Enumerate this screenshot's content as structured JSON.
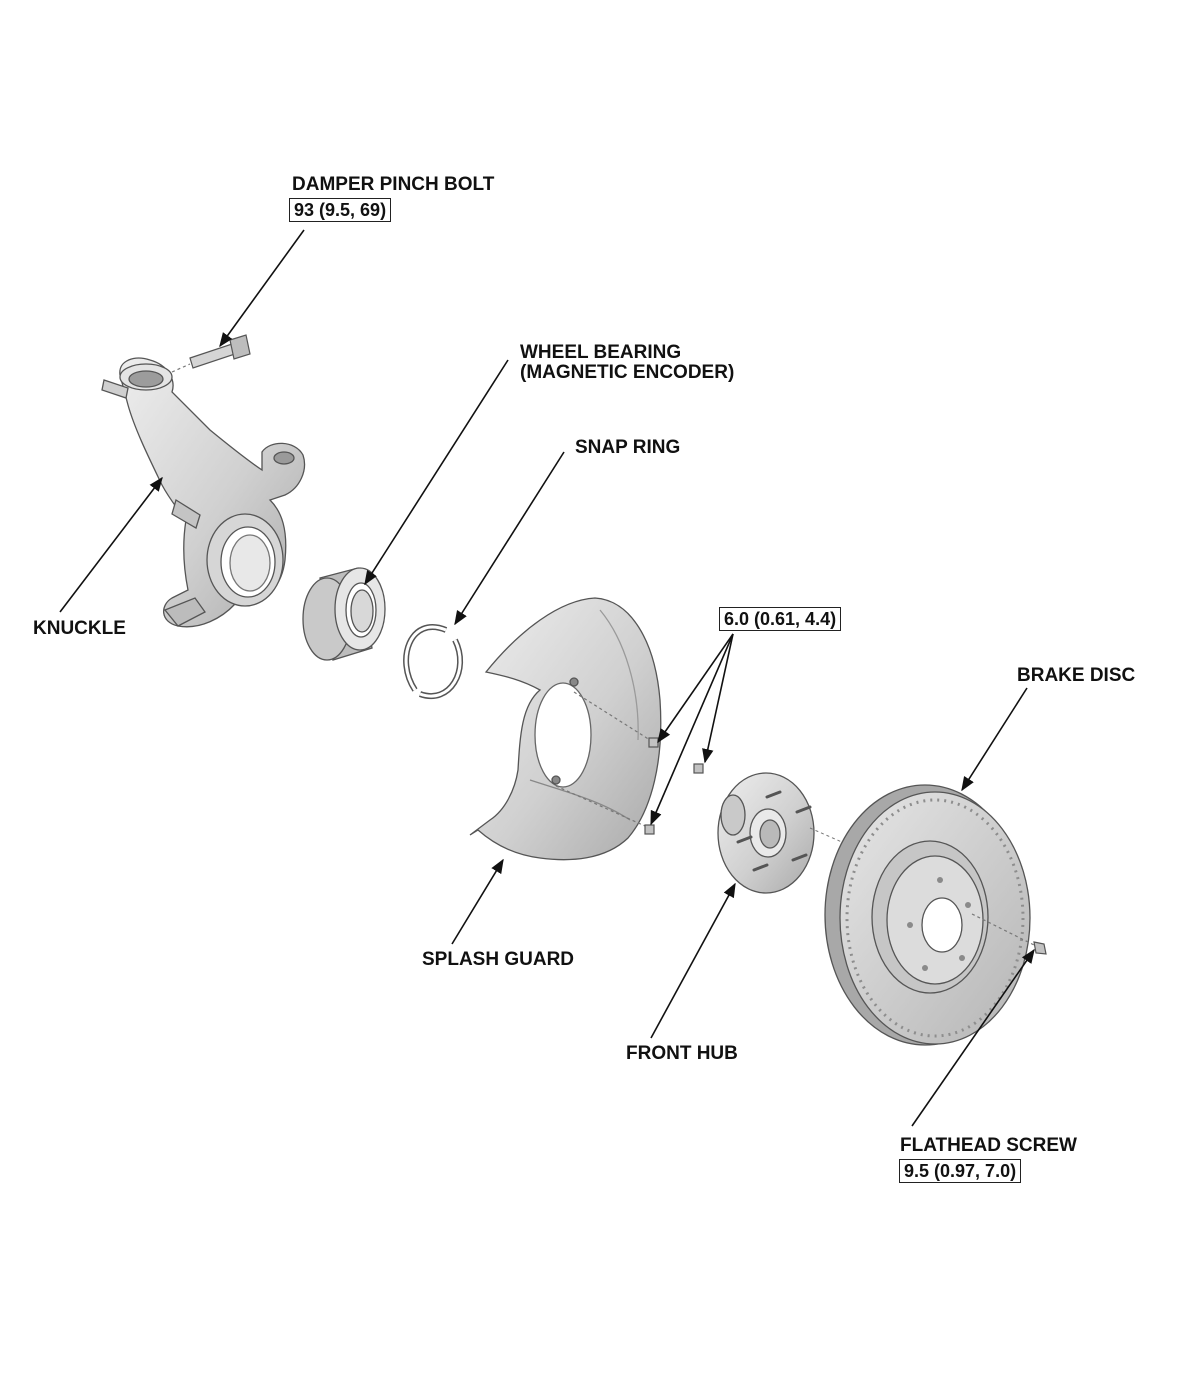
{
  "callouts": {
    "damper_pinch_bolt": {
      "label": "DAMPER PINCH BOLT",
      "torque": "93 (9.5, 69)"
    },
    "wheel_bearing": {
      "line1": "WHEEL BEARING",
      "line2": "(MAGNETIC ENCODER)"
    },
    "snap_ring": {
      "label": "SNAP RING"
    },
    "knuckle": {
      "label": "KNUCKLE"
    },
    "splash_guard_bolts": {
      "torque": "6.0 (0.61, 4.4)"
    },
    "brake_disc": {
      "label": "BRAKE DISC"
    },
    "splash_guard": {
      "label": "SPLASH GUARD"
    },
    "front_hub": {
      "label": "FRONT HUB"
    },
    "flathead_screw": {
      "label": "FLATHEAD SCREW",
      "torque": "9.5 (0.97, 7.0)"
    }
  },
  "colors": {
    "part_fill": "#d9d9d9",
    "part_shade": "#b8b8b8",
    "part_dark": "#8f8f8f",
    "outline": "#555555",
    "leader": "#111111"
  }
}
